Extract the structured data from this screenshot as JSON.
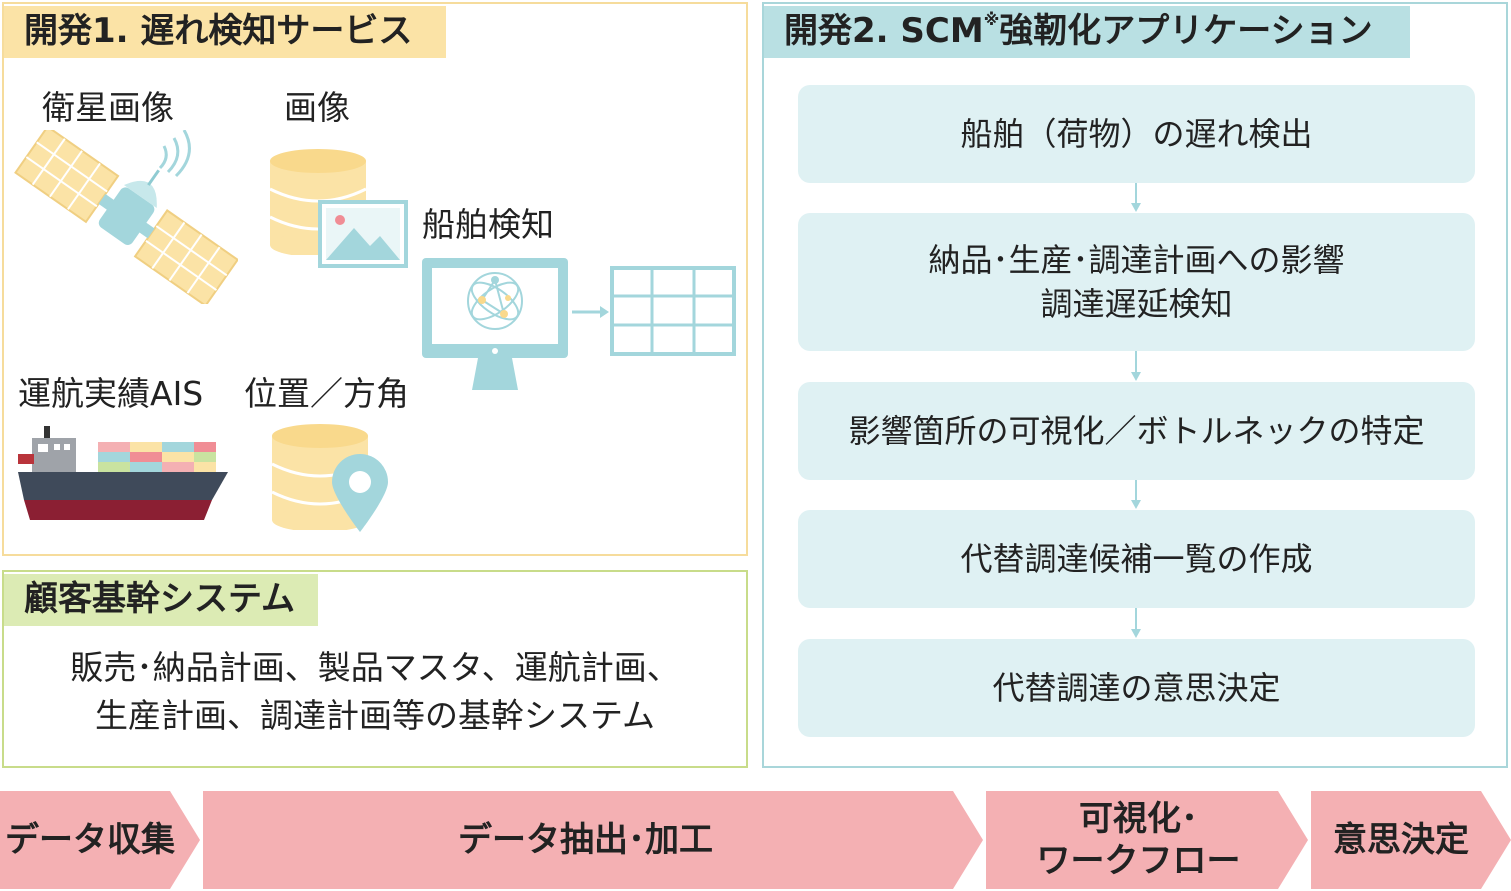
{
  "dev1": {
    "title": "開発1. 遅れ検知サービス",
    "satellite_label": "衛星画像",
    "image_label": "画像",
    "detection_label": "船舶検知",
    "ais_label": "運航実績AIS",
    "position_label": "位置／方角"
  },
  "core": {
    "title": "顧客基幹システム",
    "text": "販売･納品計画、製品マスタ、運航計画、\n生産計画、調達計画等の基幹システム"
  },
  "dev2": {
    "title": "開発2. SCM",
    "title_mark": "※",
    "title_suffix": "強靭化アプリケーション",
    "steps": [
      "船舶（荷物）の遅れ検出",
      "納品･生産･調達計画への影響\n調達遅延検知",
      "影響箇所の可視化／ボトルネックの特定",
      "代替調達候補一覧の作成",
      "代替調達の意思決定"
    ]
  },
  "flow": [
    "データ収集",
    "データ抽出･加工",
    "可視化･\nワークフロー",
    "意思決定"
  ],
  "colors": {
    "dev1_accent": "#fbe3a6",
    "dev1_border": "#f6dc9c",
    "core_accent": "#dcebb4",
    "core_border": "#c8dc8a",
    "dev2_accent": "#b9e0e3",
    "dev2_border": "#a9d6da",
    "step_bg": "#dff1f3",
    "flow_pink": "#f4b0b3",
    "icon_teal": "#a3d6dc",
    "db_yellow": "#fbe3a6"
  },
  "icons": [
    "satellite-icon",
    "database-icon",
    "image-icon",
    "computer-icon",
    "ai-network-icon",
    "grid-table-icon",
    "cargo-ship-icon",
    "location-pin-icon"
  ]
}
